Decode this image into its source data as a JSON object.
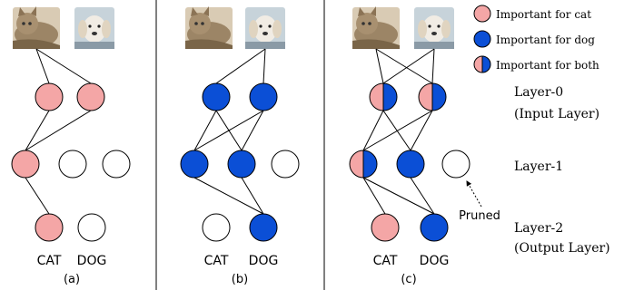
{
  "legend": {
    "cat": "Important for cat",
    "dog": "Important for dog",
    "both": "Important for both"
  },
  "layers": {
    "layer0": "Layer-0",
    "layer0_sub": "(Input Layer)",
    "layer1": "Layer-1",
    "layer2": "Layer-2",
    "layer2_sub": "(Output Layer)"
  },
  "labels": {
    "cat": "CAT",
    "dog": "DOG",
    "pruned": "Pruned"
  },
  "panels": {
    "a": "(a)",
    "b": "(b)",
    "c": "(c)"
  },
  "colors": {
    "cat": "#f4a6a6",
    "dog": "#0b4fd6",
    "stroke": "#000000"
  },
  "images": {
    "cat": "cat-photo",
    "dog": "dog-photo"
  }
}
